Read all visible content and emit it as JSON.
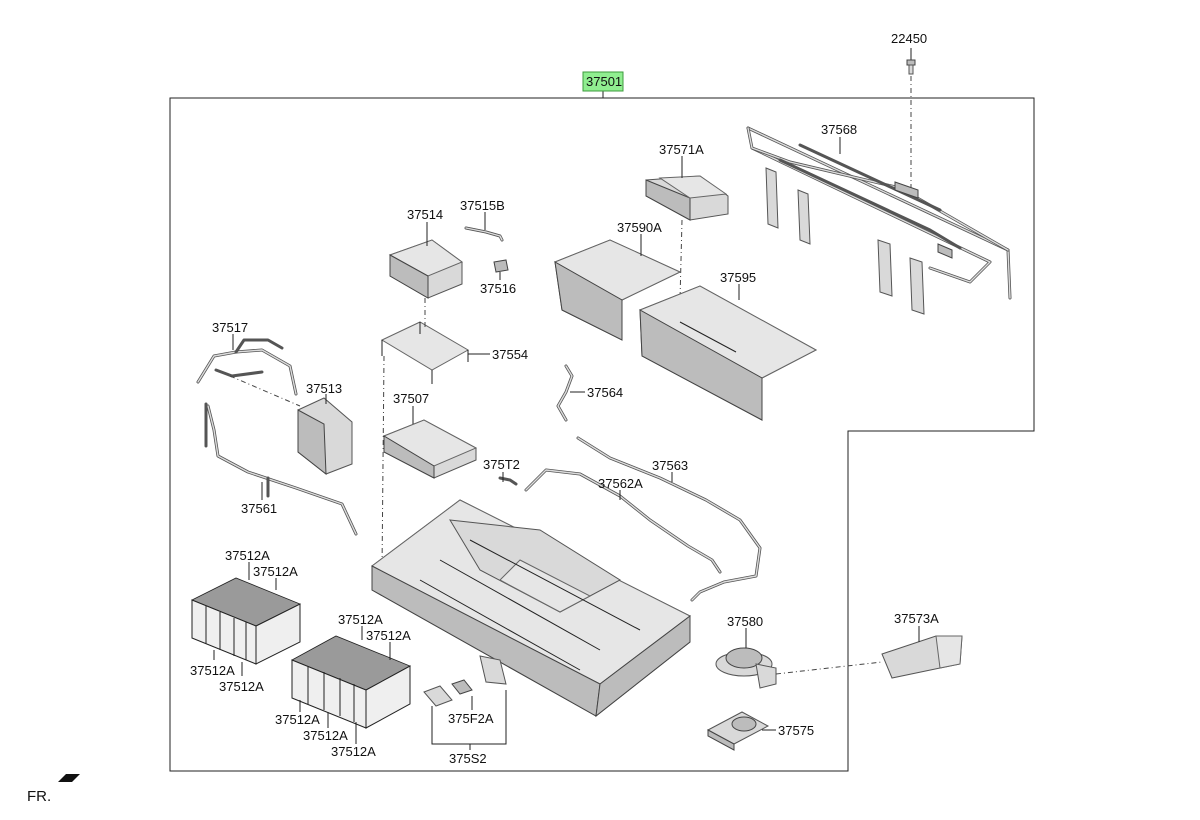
{
  "diagram": {
    "highlight_color": "#90ee90",
    "main_part": "37501",
    "top_bolt": "22450",
    "direction": "FR.",
    "labels": {
      "p37568": "37568",
      "p37571A": "37571A",
      "p37514": "37514",
      "p37515B": "37515B",
      "p37590A": "37590A",
      "p37595": "37595",
      "p37516": "37516",
      "p37517": "37517",
      "p37554": "37554",
      "p37513": "37513",
      "p37564": "37564",
      "p37507": "37507",
      "p375T2": "375T2",
      "p37563": "37563",
      "p37562A": "37562A",
      "p37561": "37561",
      "c1": "37512A",
      "c2": "37512A",
      "c3": "37512A",
      "c4": "37512A",
      "c5": "37512A",
      "c6": "37512A",
      "c7": "37512A",
      "c8": "37512A",
      "p37573A": "37573A",
      "p37580": "37580",
      "p375F2A": "375F2A",
      "p37575": "37575",
      "p375S2": "375S2"
    }
  }
}
